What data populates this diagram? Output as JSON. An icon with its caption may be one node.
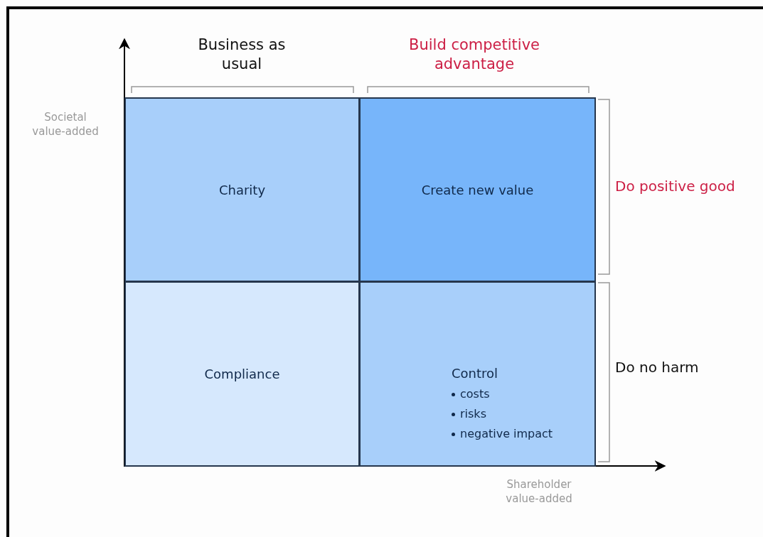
{
  "diagram": {
    "nodes": [
      {
        "text": [
          "Charity"
        ]
      },
      {
        "text": [
          "Create new value"
        ]
      },
      {
        "text": [
          "Compliance"
        ]
      },
      {
        "text": [
          "Control",
          "costs",
          "risks",
          "negative impact"
        ]
      }
    ],
    "labels": [
      "Business as usual",
      "Build competitive advantage",
      "Societal value-added",
      "Do positive good",
      "Do no harm",
      "Shareholder value-added"
    ]
  }
}
